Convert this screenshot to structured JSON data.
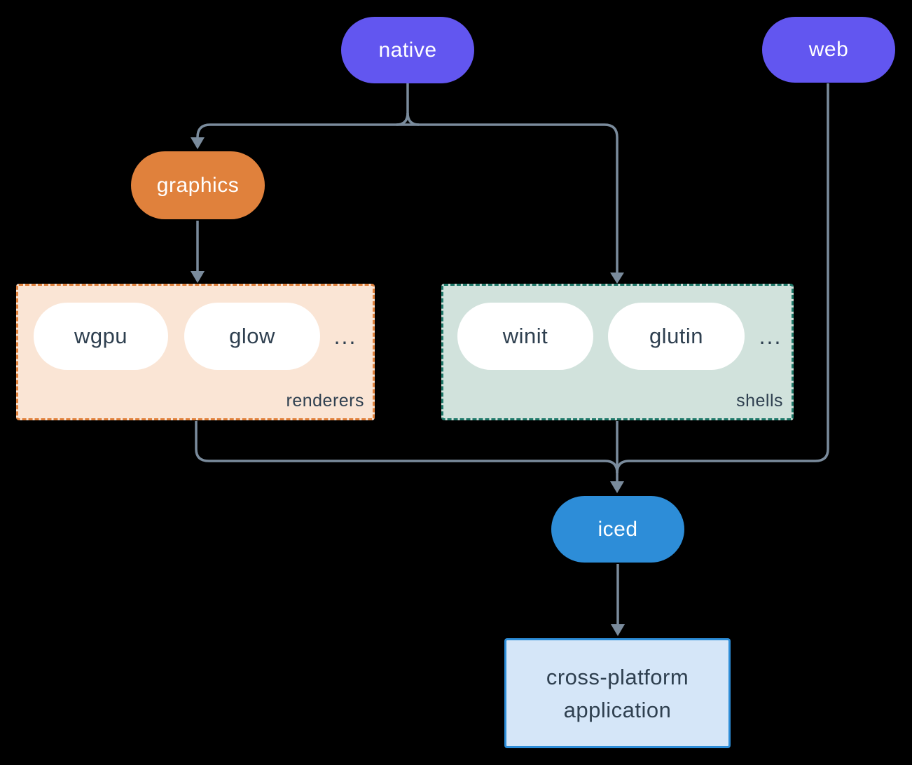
{
  "colors": {
    "background": "#000000",
    "purple": "#6256F0",
    "orange": "#E0813C",
    "blue": "#2D8DD8",
    "teal": "#20796A",
    "peach_fill": "#FAE5D5",
    "green_fill": "#D1E2DC",
    "lightblue_fill": "#D5E6F8",
    "white": "#FFFFFF",
    "dark_text": "#2F4050",
    "connector": "#7A8B9C"
  },
  "nodes": {
    "native": {
      "label": "native"
    },
    "web": {
      "label": "web"
    },
    "graphics": {
      "label": "graphics"
    },
    "iced": {
      "label": "iced"
    },
    "application": {
      "line1": "cross-platform",
      "line2": "application"
    }
  },
  "groups": {
    "renderers": {
      "label": "renderers",
      "items": [
        {
          "label": "wgpu"
        },
        {
          "label": "glow"
        }
      ],
      "more": "..."
    },
    "shells": {
      "label": "shells",
      "items": [
        {
          "label": "winit"
        },
        {
          "label": "glutin"
        }
      ],
      "more": "..."
    }
  }
}
